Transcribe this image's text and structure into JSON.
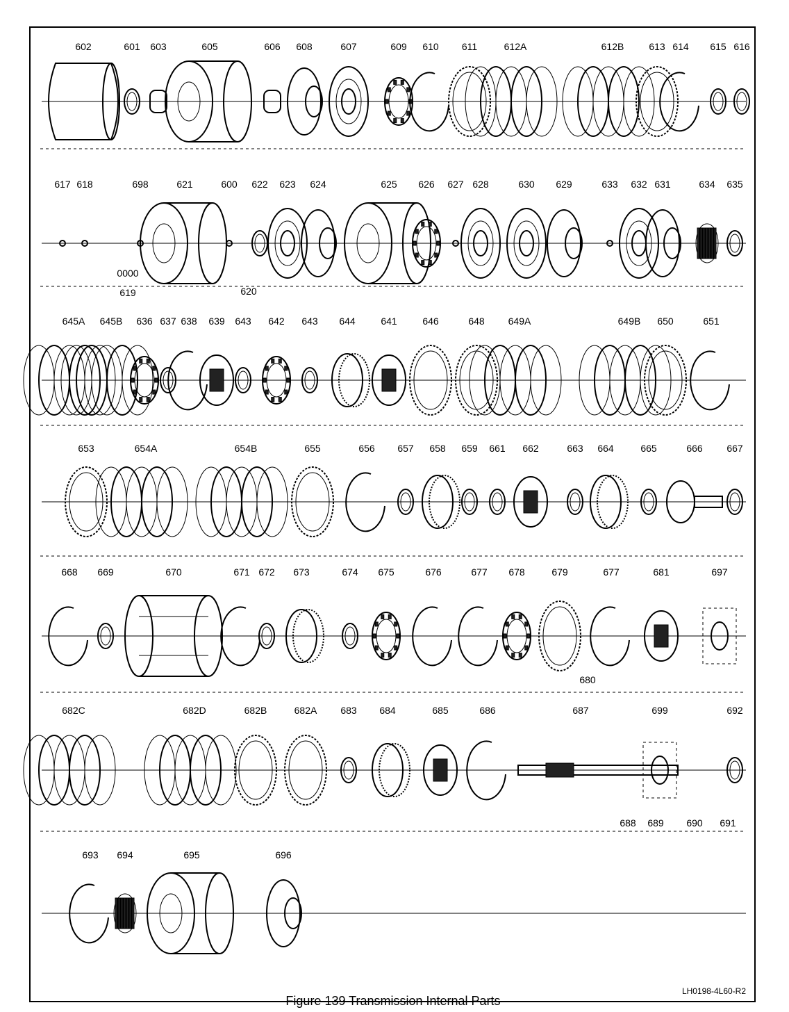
{
  "figure": {
    "caption": "Figure 139 Transmission Internal Parts",
    "drawing_number": "LH0198-4L60-R2"
  },
  "rows": [
    {
      "labels": [
        {
          "text": "602",
          "kind": "band"
        },
        {
          "text": "601",
          "kind": "ring"
        },
        {
          "text": "603",
          "kind": "bushing"
        },
        {
          "text": "605",
          "kind": "drum"
        },
        {
          "text": "606",
          "kind": "bushing"
        },
        {
          "text": "608",
          "kind": "seal"
        },
        {
          "text": "607",
          "kind": "piston"
        },
        {
          "text": "609",
          "kind": "sprag"
        },
        {
          "text": "610",
          "kind": "snapring"
        },
        {
          "text": "611",
          "kind": "plate"
        },
        {
          "text": "612A",
          "kind": "clutchpack"
        },
        {
          "text": "612B",
          "kind": "clutchpack"
        },
        {
          "text": "613",
          "kind": "plate"
        },
        {
          "text": "614",
          "kind": "snapring"
        },
        {
          "text": "615",
          "kind": "ring"
        },
        {
          "text": "616",
          "kind": "ring"
        }
      ]
    },
    {
      "labels": [
        {
          "text": "617",
          "kind": "small"
        },
        {
          "text": "618",
          "kind": "small"
        },
        {
          "text": "698",
          "kind": "small"
        },
        {
          "text": "621",
          "kind": "housing"
        },
        {
          "text": "600",
          "kind": "small"
        },
        {
          "text": "622",
          "kind": "ring"
        },
        {
          "text": "623",
          "kind": "piston"
        },
        {
          "text": "624",
          "kind": "seal"
        },
        {
          "text": "625",
          "kind": "housing"
        },
        {
          "text": "626",
          "kind": "sprag"
        },
        {
          "text": "627",
          "kind": "small"
        },
        {
          "text": "628",
          "kind": "piston"
        },
        {
          "text": "630",
          "kind": "piston"
        },
        {
          "text": "629",
          "kind": "seal"
        },
        {
          "text": "633",
          "kind": "small"
        },
        {
          "text": "632",
          "kind": "piston"
        },
        {
          "text": "631",
          "kind": "seal"
        },
        {
          "text": "634",
          "kind": "spring"
        },
        {
          "text": "635",
          "kind": "ring"
        }
      ],
      "sub_labels": [
        {
          "text": "0000"
        },
        {
          "text": "619"
        },
        {
          "text": "620"
        }
      ]
    },
    {
      "labels": [
        {
          "text": "645A",
          "kind": "clutchpack"
        },
        {
          "text": "645B",
          "kind": "clutchpack"
        },
        {
          "text": "636",
          "kind": "bearing"
        },
        {
          "text": "637",
          "kind": "ring"
        },
        {
          "text": "638",
          "kind": "snapring"
        },
        {
          "text": "639",
          "kind": "hub"
        },
        {
          "text": "643",
          "kind": "ring"
        },
        {
          "text": "642",
          "kind": "sprag"
        },
        {
          "text": "643",
          "kind": "ring"
        },
        {
          "text": "644",
          "kind": "gear"
        },
        {
          "text": "641",
          "kind": "hub"
        },
        {
          "text": "646",
          "kind": "plate"
        },
        {
          "text": "648",
          "kind": "plate"
        },
        {
          "text": "649A",
          "kind": "clutchpack"
        },
        {
          "text": "649B",
          "kind": "clutchpack"
        },
        {
          "text": "650",
          "kind": "plate"
        },
        {
          "text": "651",
          "kind": "snapring"
        }
      ]
    },
    {
      "labels": [
        {
          "text": "653",
          "kind": "plate"
        },
        {
          "text": "654A",
          "kind": "clutchpack"
        },
        {
          "text": "654B",
          "kind": "clutchpack"
        },
        {
          "text": "655",
          "kind": "plate"
        },
        {
          "text": "656",
          "kind": "snapring"
        },
        {
          "text": "657",
          "kind": "ring"
        },
        {
          "text": "658",
          "kind": "gear"
        },
        {
          "text": "659",
          "kind": "ring"
        },
        {
          "text": "661",
          "kind": "ring"
        },
        {
          "text": "662",
          "kind": "carrier"
        },
        {
          "text": "663",
          "kind": "ring"
        },
        {
          "text": "664",
          "kind": "gear"
        },
        {
          "text": "665",
          "kind": "ring"
        },
        {
          "text": "666",
          "kind": "shaftgear"
        },
        {
          "text": "667",
          "kind": "ring"
        }
      ]
    },
    {
      "labels": [
        {
          "text": "668",
          "kind": "snapring"
        },
        {
          "text": "669",
          "kind": "ring"
        },
        {
          "text": "670",
          "kind": "cage"
        },
        {
          "text": "671",
          "kind": "snapring"
        },
        {
          "text": "672",
          "kind": "ring"
        },
        {
          "text": "673",
          "kind": "gear"
        },
        {
          "text": "674",
          "kind": "ring"
        },
        {
          "text": "675",
          "kind": "bearing"
        },
        {
          "text": "676",
          "kind": "snapring"
        },
        {
          "text": "677",
          "kind": "snapring"
        },
        {
          "text": "678",
          "kind": "sprag"
        },
        {
          "text": "679",
          "kind": "plate"
        },
        {
          "text": "677",
          "kind": "snapring"
        },
        {
          "text": "681",
          "kind": "carrier"
        },
        {
          "text": "697",
          "kind": "boxed"
        }
      ],
      "sub_labels": [
        {
          "text": "680"
        }
      ]
    },
    {
      "labels": [
        {
          "text": "682C",
          "kind": "clutchpack"
        },
        {
          "text": "682D",
          "kind": "clutchpack"
        },
        {
          "text": "682B",
          "kind": "plate"
        },
        {
          "text": "682A",
          "kind": "plate"
        },
        {
          "text": "683",
          "kind": "ring"
        },
        {
          "text": "684",
          "kind": "gear"
        },
        {
          "text": "685",
          "kind": "hub"
        },
        {
          "text": "686",
          "kind": "snapring"
        },
        {
          "text": "687",
          "kind": "shaft"
        },
        {
          "text": "699",
          "kind": "boxed"
        },
        {
          "text": "692",
          "kind": "ring"
        }
      ],
      "sub_labels": [
        {
          "text": "688"
        },
        {
          "text": "689"
        },
        {
          "text": "690"
        },
        {
          "text": "691"
        }
      ]
    },
    {
      "labels": [
        {
          "text": "693",
          "kind": "snapring"
        },
        {
          "text": "694",
          "kind": "spring"
        },
        {
          "text": "695",
          "kind": "housing"
        },
        {
          "text": "696",
          "kind": "seal"
        }
      ]
    }
  ]
}
